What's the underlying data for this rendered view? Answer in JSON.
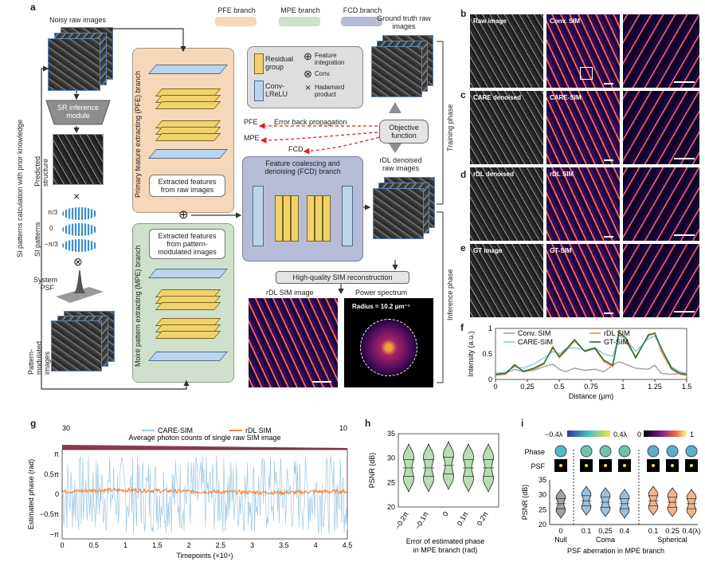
{
  "panels": {
    "a": "a",
    "b": "b",
    "c": "c",
    "d": "d",
    "e": "e",
    "f": "f",
    "g": "g",
    "h": "h",
    "i": "i"
  },
  "legend": {
    "pfe": "PFE branch",
    "mpe": "MPE branch",
    "fcd": "FCD branch",
    "colors": {
      "pfe": "#f6d7b8",
      "mpe": "#cfe0cc",
      "fcd": "#b6bcd6"
    }
  },
  "panel_a": {
    "noisy_raw": "Noisy raw images",
    "sr_module": "SR inference module",
    "predicted_structure": "Predicted structure",
    "si_patterns": "SI patterns",
    "pi_over_3": "π/3",
    "zero": "0",
    "minus_pi_over_3": "−π/3",
    "system_psf": "System PSF",
    "pattern_modulated": "Pattern-modulated images",
    "side_label": "SI patterns calculation with prior knowledge",
    "times": "×",
    "otimes": "⊗",
    "pfe_branch": "Primary feature extracting (PFE) branch",
    "pfe_extract": "Extracted features from raw images",
    "mpe_branch": "Moiré pattern extracting (MPE) branch",
    "mpe_extract": "Extracted features from pattern-modulated images",
    "oplus": "⊕",
    "residual_group": "Residual group",
    "conv_lrelu": "Conv-LReLU",
    "feature_integration": "Feature integration",
    "conv": "Conv.",
    "hadamard": "Hadamard product",
    "ground_truth": "Ground truth raw images",
    "objective": "Objective function",
    "error_bp": "Error back propagation",
    "pfe_lbl": "PFE",
    "mpe_lbl": "MPE",
    "fcd_lbl": "FCD",
    "fcd_branch": "Feature coalescing and denoising (FCD) branch",
    "rdl_denoised": "rDL denoised raw images",
    "hq_recon": "High-quality SIM reconstruction",
    "rdl_sim_image": "rDL SIM image",
    "power_spectrum": "Power spectrum",
    "radius": "Radius = 10.2 μm⁻¹",
    "training_phase": "Training phase",
    "inference_phase": "Inference phase"
  },
  "panel_b": {
    "left": "Raw image",
    "mid": "Conv. SIM"
  },
  "panel_c": {
    "left": "CARE denoised",
    "mid": "CARE-SIM"
  },
  "panel_d": {
    "left": "rDL denoised",
    "mid": "rDL SIM"
  },
  "panel_e": {
    "left": "GT image",
    "mid": "GT-SIM"
  },
  "chart_data": [
    {
      "panel": "f",
      "type": "line",
      "xlabel": "Distance (μm)",
      "ylabel": "Intensity (a.u.)",
      "xlim": [
        0,
        1.5
      ],
      "ylim": [
        0,
        1
      ],
      "xticks": [
        "0",
        "0.25",
        "0.5",
        "0.75",
        "1",
        "1.25",
        "1.5"
      ],
      "yticks": [
        "0",
        "0.5",
        "1"
      ],
      "x": [
        0,
        0.08,
        0.15,
        0.22,
        0.3,
        0.38,
        0.45,
        0.5,
        0.55,
        0.62,
        0.7,
        0.78,
        0.85,
        0.92,
        0.97,
        1.02,
        1.1,
        1.2,
        1.25,
        1.3,
        1.38,
        1.45,
        1.5
      ],
      "series": [
        {
          "name": "Conv. SIM",
          "color": "#9e9e9e",
          "values": [
            0.1,
            0.12,
            0.2,
            0.15,
            0.18,
            0.25,
            0.3,
            0.2,
            0.15,
            0.22,
            0.18,
            0.2,
            0.15,
            0.28,
            0.35,
            0.3,
            0.22,
            0.2,
            0.28,
            0.12,
            0.1,
            0.12,
            0.1
          ]
        },
        {
          "name": "rDL SIM",
          "color": "#ef8a3c",
          "values": [
            0.08,
            0.1,
            0.3,
            0.15,
            0.2,
            0.3,
            0.65,
            0.42,
            0.55,
            0.75,
            0.55,
            0.6,
            0.35,
            0.25,
            0.95,
            0.75,
            0.45,
            0.85,
            0.92,
            0.55,
            0.2,
            0.1,
            0.08
          ]
        },
        {
          "name": "CARE-SIM",
          "color": "#8fc6e0",
          "values": [
            0.12,
            0.15,
            0.25,
            0.22,
            0.3,
            0.42,
            0.55,
            0.5,
            0.6,
            0.62,
            0.58,
            0.62,
            0.5,
            0.45,
            0.85,
            0.8,
            0.55,
            0.8,
            0.85,
            0.6,
            0.25,
            0.15,
            0.12
          ]
        },
        {
          "name": "GT-SIM",
          "color": "#1a6a3a",
          "values": [
            0.1,
            0.12,
            0.28,
            0.16,
            0.22,
            0.32,
            0.62,
            0.45,
            0.58,
            0.78,
            0.55,
            0.62,
            0.38,
            0.28,
            0.92,
            0.82,
            0.42,
            0.88,
            0.9,
            0.62,
            0.22,
            0.12,
            0.1
          ]
        }
      ]
    },
    {
      "panel": "g",
      "type": "line",
      "title": "Average photon counts of single raw SIM image",
      "top_left": "30",
      "top_right": "10",
      "xlabel": "Timepoints (×10⁴)",
      "ylabel": "Estimated phase (rad)",
      "xlim": [
        0,
        4.5
      ],
      "xticks": [
        "0",
        "0.5",
        "1",
        "1.5",
        "2",
        "2.5",
        "3",
        "3.5",
        "4",
        "4.5"
      ],
      "yticks": [
        "π",
        "0.5π",
        "0",
        "−0.5π",
        "−π"
      ],
      "series": [
        {
          "name": "CARE-SIM",
          "color": "#9cc8e4",
          "spread": 3.1,
          "center": 0
        },
        {
          "name": "rDL SIM",
          "color": "#ef8a3c",
          "values": [
            0.2,
            0.3,
            0.32,
            0.28,
            0.22,
            0.18,
            0.15,
            0.12,
            0.2,
            0.22
          ],
          "spread": 0.15
        }
      ]
    },
    {
      "panel": "h",
      "type": "violin",
      "xlabel": "Error of estimated phase in MPE branch (rad)",
      "ylabel": "PSNR (dB)",
      "ylim": [
        20,
        35
      ],
      "yticks": [
        "20",
        "25",
        "30",
        "35"
      ],
      "categories": [
        "−0.2π",
        "−0.1π",
        "0",
        "0.1π",
        "0.2π"
      ],
      "values": [
        28,
        28,
        28.5,
        28,
        28
      ]
    },
    {
      "panel": "i",
      "type": "violin",
      "xlabel": "PSF aberration in MPE branch",
      "ylabel": "PSNR (dB)",
      "ylim": [
        20,
        35
      ],
      "yticks": [
        "20",
        "25",
        "30",
        "35"
      ],
      "row_phase": "Phase",
      "row_psf": "PSF",
      "cbar1_left": "−0.4λ",
      "cbar1_right": "0.4λ",
      "cbar2_left": "0",
      "cbar2_right": "1",
      "groups": [
        "Null",
        "Coma",
        "Spherical"
      ],
      "categories": [
        "0",
        "0.1",
        "0.25",
        "0.4",
        "0.1",
        "0.25",
        "0.4(λ)"
      ],
      "values": [
        27,
        28,
        27.5,
        27,
        28,
        27.5,
        27
      ],
      "colors": [
        "#555555",
        "#4c8ec2",
        "#4c8ec2",
        "#4c8ec2",
        "#e8762c",
        "#e8762c",
        "#e8762c"
      ]
    }
  ]
}
